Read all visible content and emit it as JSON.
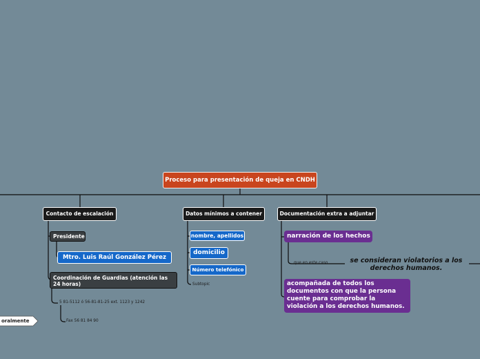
{
  "map": {
    "root": "Proceso para presentación de queja en CNDH",
    "branches": {
      "contacto": {
        "label": "Contacto de escalación",
        "presidente": "Presidente",
        "presidente_name": "Mtro. Luis Raúl González Pérez",
        "coordinacion": "Coordinación de Guardias (atención las 24 horas)",
        "phone": "5 81-5112 ó 56-81-81-25 ext. 1123 y 1242",
        "fax": "Fax 56 81 84 90"
      },
      "datos": {
        "label": "Datos mínimos a contener",
        "items": [
          "nombre, apellidos",
          "domicilio",
          "Número telefónico"
        ],
        "subtopic": "Subtopic"
      },
      "documentacion": {
        "label": "Documentación extra a adjuntar",
        "narracion": "narración de los hechos",
        "que_en_este_caso": "que en este caso",
        "violatorios": "se consideran violatorios a los derechos humanos.",
        "acompanada": "acompañada de todos los documentos con que la persona cuente para comprobar la violación a los derechos humanos."
      },
      "oralmente": "oralmente"
    }
  }
}
